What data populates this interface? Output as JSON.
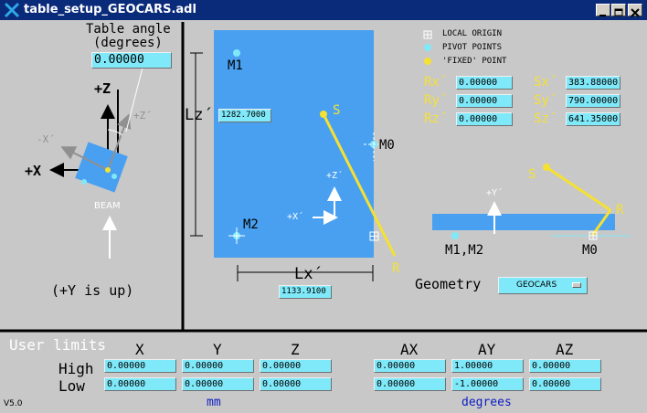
{
  "window": {
    "title": "table_setup_GEOCARS.adl"
  },
  "table_angle": {
    "label_line1": "Table angle",
    "label_line2": "(degrees)",
    "value": "0.00000"
  },
  "left_diagram": {
    "plus_z": "+Z",
    "plus_x": "+X",
    "z_prime": "+Z´",
    "x_prime": "-X´",
    "beam": "BEAM",
    "y_up": "(+Y is up)"
  },
  "center_diagram": {
    "m1": "M1",
    "m2": "M2",
    "m0": "M0",
    "s": "S",
    "r": "R",
    "lz_label": "Lz´",
    "lz_value": "1282.7000",
    "lx_label": "Lx´",
    "lx_value": "1133.9100",
    "z_axis": "+Z´",
    "x_axis": "+X´"
  },
  "legend": {
    "local_origin": "LOCAL ORIGIN",
    "pivot_points": "PIVOT POINTS",
    "fixed_point": "'FIXED' POINT"
  },
  "rotations": [
    {
      "label": "Rx´",
      "value": "0.00000"
    },
    {
      "label": "Ry´",
      "value": "0.00000"
    },
    {
      "label": "Rz´",
      "value": "0.00000"
    }
  ],
  "scales": [
    {
      "label": "Sx´",
      "value": "383.88000"
    },
    {
      "label": "Sy´",
      "value": "790.00000"
    },
    {
      "label": "Sz´",
      "value": "641.35000"
    }
  ],
  "side_view": {
    "s": "S",
    "r": "R",
    "y_axis": "+Y´",
    "m1m2": "M1,M2",
    "m0": "M0"
  },
  "geometry": {
    "label": "Geometry",
    "value": "GEOCARS"
  },
  "limits": {
    "title": "User limits",
    "columns": [
      "X",
      "Y",
      "Z",
      "AX",
      "AY",
      "AZ"
    ],
    "high_label": "High",
    "low_label": "Low",
    "high": [
      "0.00000",
      "0.00000",
      "0.00000",
      "0.00000",
      "1.00000",
      "0.00000"
    ],
    "low": [
      "0.00000",
      "0.00000",
      "0.00000",
      "0.00000",
      "-1.00000",
      "0.00000"
    ],
    "mm_unit": "mm",
    "deg_unit": "degrees"
  },
  "version": "V5.0",
  "colors": {
    "accent_blue": "#4aa0f0",
    "yellow": "#f5e132",
    "cyan": "#7fe9f9",
    "title_bar": "#0a2a7a"
  }
}
